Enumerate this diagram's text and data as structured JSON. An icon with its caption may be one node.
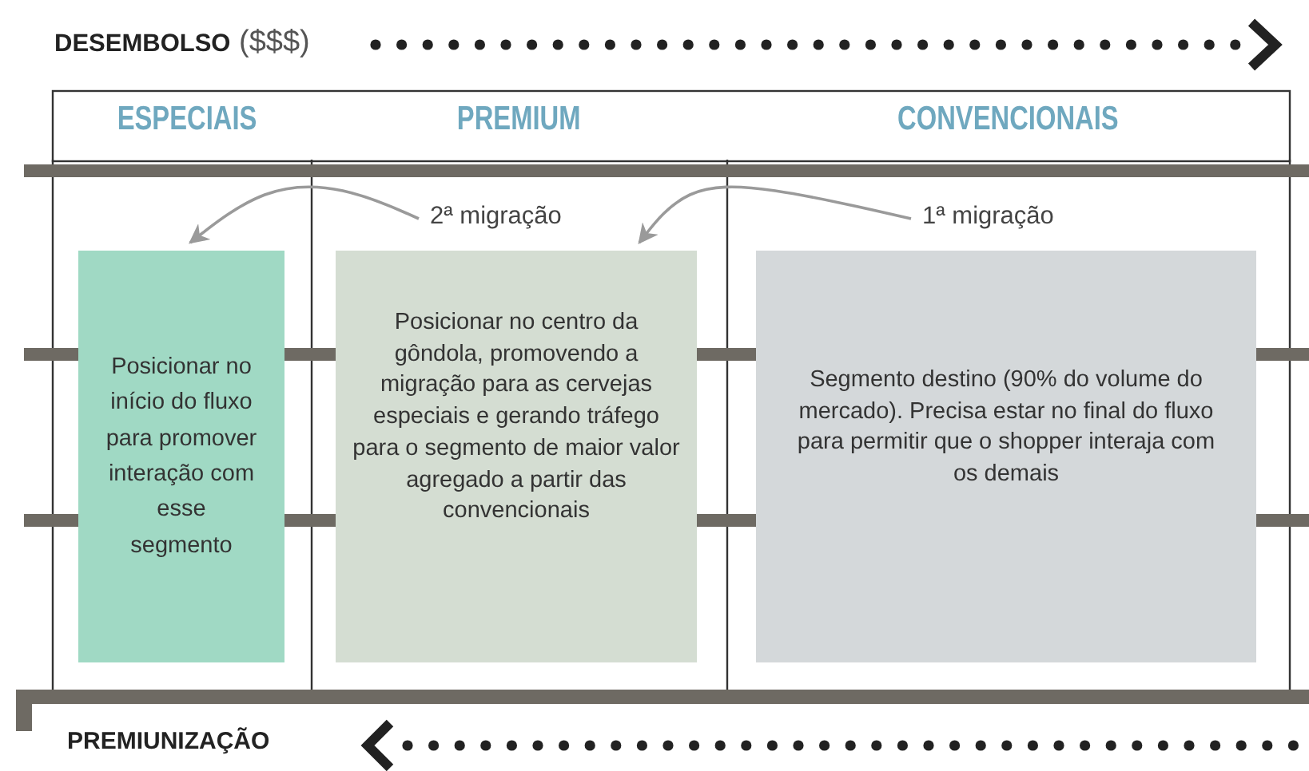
{
  "diagram": {
    "nodes": [
      {
        "text": [
          "Posicionar no início do fluxo para promover interação com esse segmento"
        ]
      },
      {
        "text": [
          "Posicionar no centro da gôndola, promovendo a migração para as cervejas especiais e gerando tráfego para o segmento de maior valor agregado a partir das convencionais"
        ]
      },
      {
        "text": [
          "Segmento destino (90% do volume do mercado). Precisa estar no final do fluxo para permitir que o shopper interaja com os demais"
        ]
      }
    ],
    "edges": [
      {
        "from": 2,
        "to": 1,
        "arrow": "to",
        "label": "1ª migração"
      },
      {
        "from": 1,
        "to": 0,
        "arrow": "to",
        "label": "2ª migração"
      }
    ],
    "labels": [
      "**DESEMBOLSO** ($$$)",
      "ESPECIAIS",
      "PREMIUM",
      "CONVENCIONAIS",
      "PREMIUNIZAÇÃO"
    ]
  }
}
